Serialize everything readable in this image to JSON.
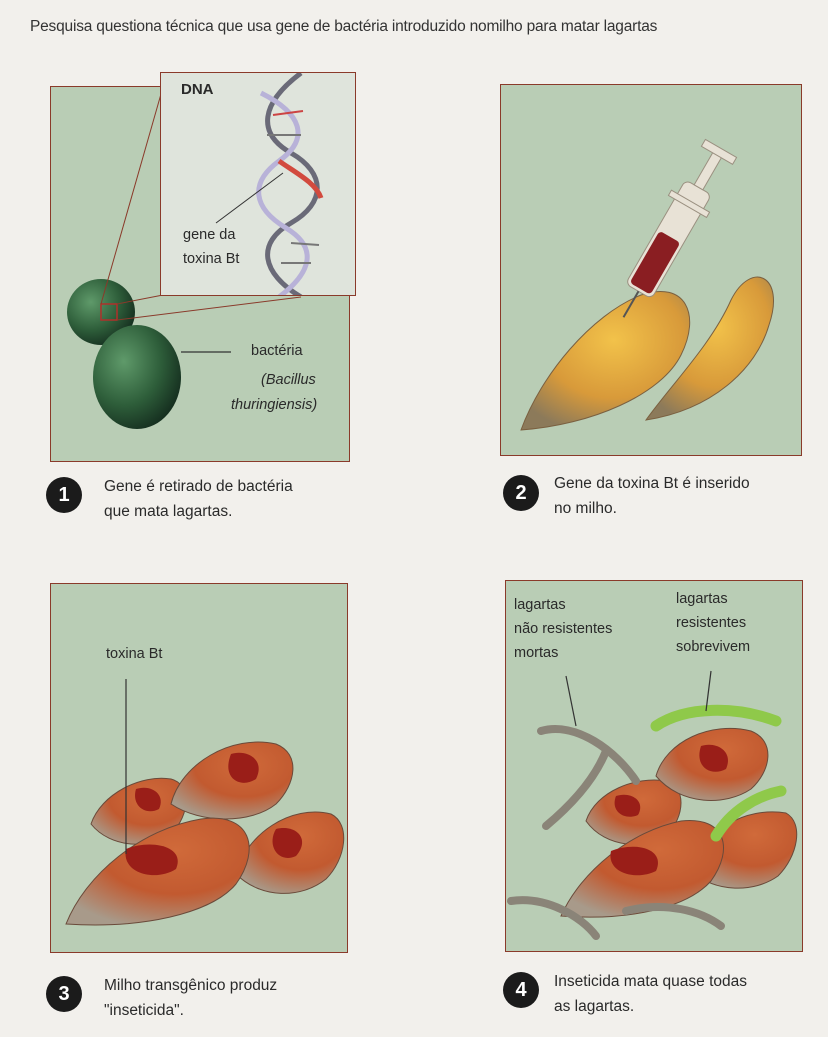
{
  "title": "Pesquisa questiona técnica que usa gene de bactéria introduzido nomilho para matar lagartas",
  "steps": [
    {
      "number": "1",
      "caption_line1": "Gene é retirado de bactéria",
      "caption_line2": "que mata lagartas."
    },
    {
      "number": "2",
      "caption_line1": "Gene da toxina Bt é inserido",
      "caption_line2": "no milho."
    },
    {
      "number": "3",
      "caption_line1": "Milho transgênico produz",
      "caption_line2": "\"inseticida\"."
    },
    {
      "number": "4",
      "caption_line1": "Inseticida mata quase todas",
      "caption_line2": "as lagartas."
    }
  ],
  "panel1": {
    "dna_label": "DNA",
    "gene_label_line1": "gene da",
    "gene_label_line2": "toxina Bt",
    "bacteria_label": "bactéria",
    "bacteria_species_line1": "(Bacillus",
    "bacteria_species_line2": "thuringiensis)"
  },
  "panel3": {
    "toxin_label": "toxina Bt"
  },
  "panel4": {
    "dead_label_line1": "lagartas",
    "dead_label_line2": "não resistentes",
    "dead_label_line3": "mortas",
    "alive_label_line1": "lagartas",
    "alive_label_line2": "resistentes",
    "alive_label_line3": "sobrevivem"
  },
  "colors": {
    "panel_background": "#b9cdb5",
    "panel_border": "#8a3a2a",
    "bacteria": "#2e5e3a",
    "corn_kernel": "#d89a3a",
    "toxin": "#9a1e18",
    "caterpillar_alive": "#8fc94a",
    "number_badge": "#1b1b1b"
  }
}
